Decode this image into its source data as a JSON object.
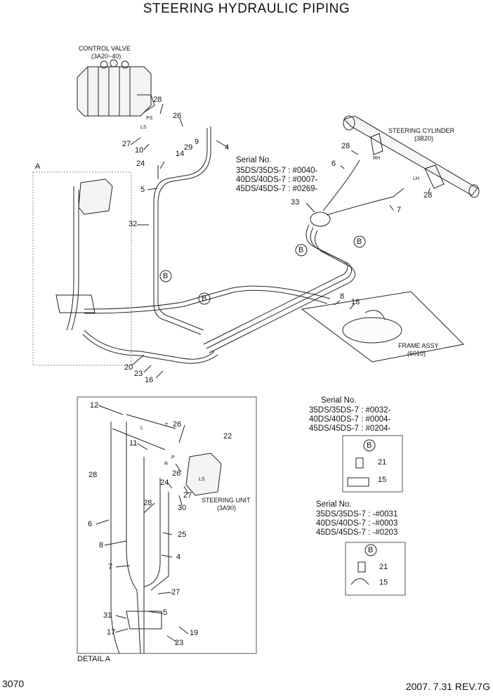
{
  "title": "STEERING HYDRAULIC PIPING",
  "page_number": "3070",
  "revision": "2007. 7.31 REV.7G",
  "components": {
    "control_valve": "CONTROL VALVE",
    "control_valve_ref": "(3A20~40)",
    "steering_cylinder": "STEERING CYLINDER",
    "steering_cylinder_ref": "(3B20)",
    "frame_assy": "FRAME ASSY",
    "frame_assy_ref": "(6010)",
    "steering_unit": "STEERING UNIT",
    "steering_unit_ref": "(3A90)",
    "detail_a": "DETAIL A",
    "detail_a_marker": "A"
  },
  "port_labels": {
    "ps": "PS",
    "ls": "LS",
    "rh": "RH",
    "lh": "LH",
    "t": "T",
    "l": "L",
    "p": "P",
    "r": "R",
    "ls2": "LS"
  },
  "serial_main": {
    "heading": "Serial No.",
    "lines": [
      "35DS/35DS-7 : #0040-",
      "40DS/40DS-7 : #0007-",
      "45DS/45DS-7 : #0269-"
    ]
  },
  "serial_box1": {
    "heading": "Serial No.",
    "lines": [
      "35DS/35DS-7 : #0032-",
      "40DS/40DS-7 : #0004-",
      "45DS/45DS-7 : #0204-"
    ],
    "marker": "B",
    "parts": [
      "21",
      "15"
    ]
  },
  "serial_box2": {
    "heading": "Serial No.",
    "lines": [
      "35DS/35DS-7 : -#0031",
      "40DS/40DS-7 : -#0003",
      "45DS/45DS-7 : -#0203"
    ],
    "marker": "B",
    "parts": [
      "21",
      "15"
    ]
  },
  "b_markers": [
    "B",
    "B",
    "B",
    "B"
  ],
  "callouts_main": [
    "28",
    "26",
    "27",
    "10",
    "14",
    "29",
    "9",
    "4",
    "24",
    "5",
    "32",
    "28",
    "6",
    "28",
    "7",
    "33",
    "8",
    "18",
    "20",
    "23",
    "16"
  ],
  "callouts_detail": [
    "12",
    "26",
    "22",
    "11",
    "26",
    "28",
    "24",
    "27",
    "30",
    "28",
    "6",
    "8",
    "25",
    "7",
    "4",
    "27",
    "5",
    "31",
    "17",
    "19",
    "23"
  ]
}
